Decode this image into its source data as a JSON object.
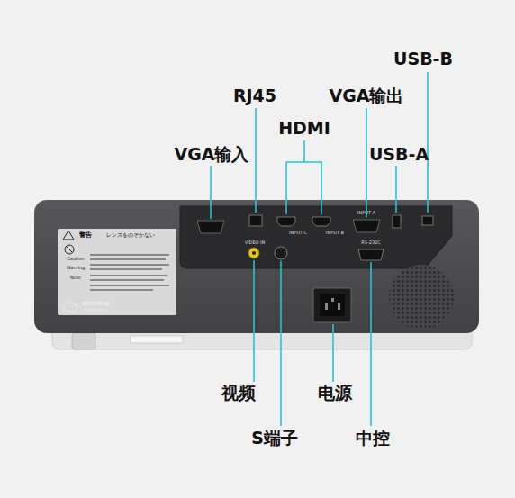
{
  "diagram": {
    "labels": [
      "USB-B",
      "RJ45",
      "VGA输出",
      "HDMI",
      "VGA输入",
      "USB-A",
      "警告",
      "レンズをのぞかない",
      "VIDEO IN",
      "INPUT C",
      "INPUT B",
      "INPUT A",
      "RS-232C",
      "Caution",
      "Warning",
      "Note",
      "CRESTRON",
      "connected",
      "视频",
      "电源",
      "S端子",
      "中控"
    ]
  }
}
